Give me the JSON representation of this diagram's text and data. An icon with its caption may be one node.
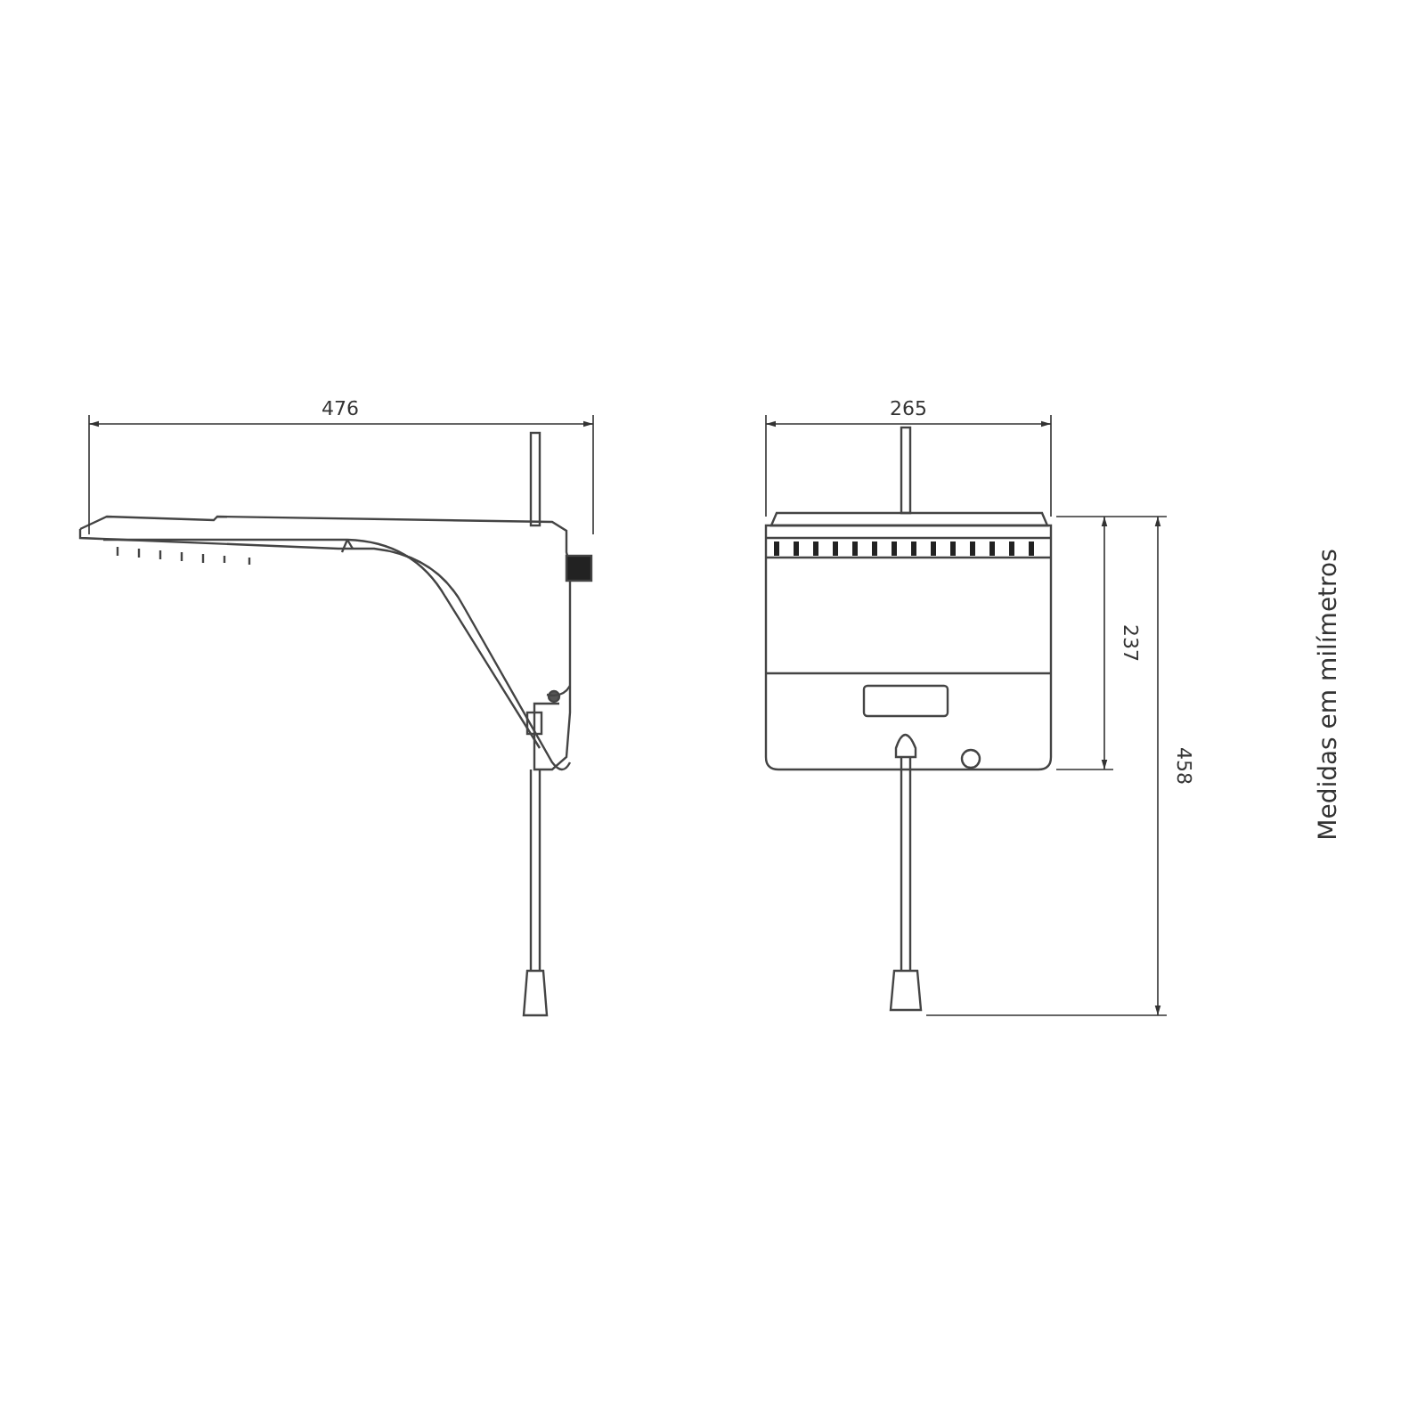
{
  "diagram": {
    "labels": [
      "476",
      "265",
      "237",
      "458",
      "Medidas em milímetros"
    ]
  }
}
